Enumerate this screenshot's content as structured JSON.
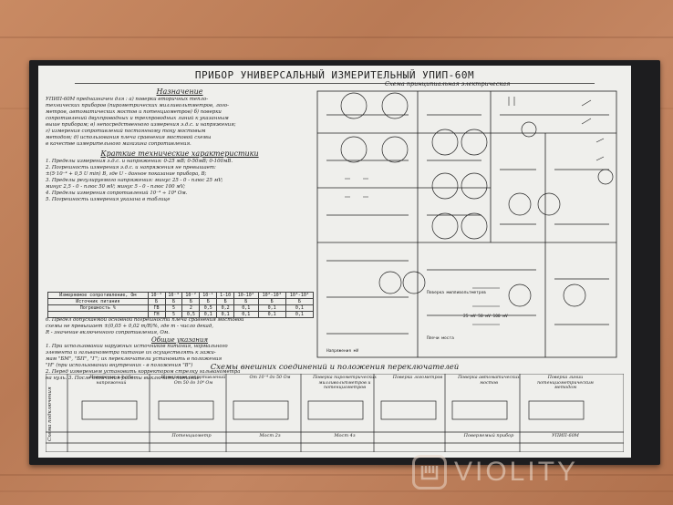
{
  "panel": {
    "title": "ПРИБОР УНИВЕРСАЛЬНЫЙ ИЗМЕРИТЕЛЬНЫЙ УПИП-60М",
    "schematic_title": "Схема принципиальная электрическая",
    "purpose_heading": "Назначение",
    "purpose_text": [
      "УПИП-60М предназначен для : а) поверки вторичных тепло-",
      "технических приборов (пирометрических милливольтметров, лого-",
      "метров, автоматических мостов и потенциометров) б) поверки",
      "сопротивлений двухпроводных и трехпроводных линий к указанным",
      "выше приборам; в) непосредственного измерения э.д.с. и напряжения;",
      "г) измерения сопротивлений постоянному току мостовым",
      "методом; д) использования плеча сравнения мостовой схемы",
      "в качестве измерительного магазина сопротивления."
    ],
    "specs_heading": "Краткие технические характеристики",
    "specs_text": [
      "1. Пределы измерения э.д.с. и напряжения: 0-25 мВ; 0-50мВ; 0-100мВ.",
      "2. Погрешность измерения э.д.с. и напряжения не превышает:",
      "±(5·10⁻⁴ + 0,5 U min) В, где U - данное показание прибора, В;",
      "3. Пределы регулируемого напряжения: минус 25 - 0 - плюс 25 мV;",
      "минус 2,5 - 0 - плюс 50 мV; минус 5 - 0 - плюс 100 мV;",
      "4. Пределы измерения сопротивлений 10⁻⁴ ÷ 10⁴ Ом.",
      "5. Погрешность измерения указана в таблице"
    ],
    "table_rows": [
      [
        "Измеряемое сопротивление, Ом",
        "10⁻⁴",
        "10⁻³",
        "10⁻²",
        "10⁻¹",
        "1-10",
        "10-10²",
        "10²-10³",
        "10³-10⁴"
      ],
      [
        "Источник питания",
        "Б",
        "Б",
        "Б",
        "Б",
        "Б",
        "Б",
        "Б",
        "Б"
      ],
      [
        "Погрешность %",
        "ГВ",
        "5",
        "2",
        "0,5",
        "0,2",
        "0,1",
        "0,1",
        "0,1"
      ],
      [
        "",
        "ГН",
        "5",
        "0,5",
        "0,1",
        "0,1",
        "0,1",
        "0,1",
        "0,1"
      ]
    ],
    "notes_heading": "Общие указания",
    "notes_text": [
      "6. Предел допускаемой основной погрешности плеча сравнения мостовой",
      "схемы не превышает ±(0,05 + 0,02 m/R)%, где m - число декад,",
      "R - значение включенного сопротивления, Ом.",
      "1. При использовании наружных источников питания, нормального",
      "элемента и гальванометра питание их осуществлять к зажи-",
      "мам \"БМ\", \"БП\", \"Г\"; их переключатели установить в положения",
      "\"Н\" (при использовании внутренних - в положения \"В\")",
      "2. Перед измерением установить корректором стрелку гальванометра",
      "на нуль. 3. После окончания работы выключить питание."
    ],
    "ext_title": "Схемы внешних соединений и положения переключателей",
    "ext_columns": [
      "Измерение э.д.с. и напряжений",
      "Измерение сопротивлений  От 50 до 10⁴ Ом",
      "От 10⁻⁴ до 50 Ом",
      "Поверка пирометрических милливольтметров и потенциометров",
      "Поверка логометров",
      "Поверка автоматических мостов",
      "Поверка линии потенциометрическим методом"
    ],
    "ext_footer": [
      "Потенциометр",
      "Мост 2з",
      "Мост 4з",
      "Поверяемый прибор",
      "УПИП-60М"
    ],
    "side_label": "Схема подключения"
  },
  "watermark": {
    "text": "VIOLITY"
  }
}
